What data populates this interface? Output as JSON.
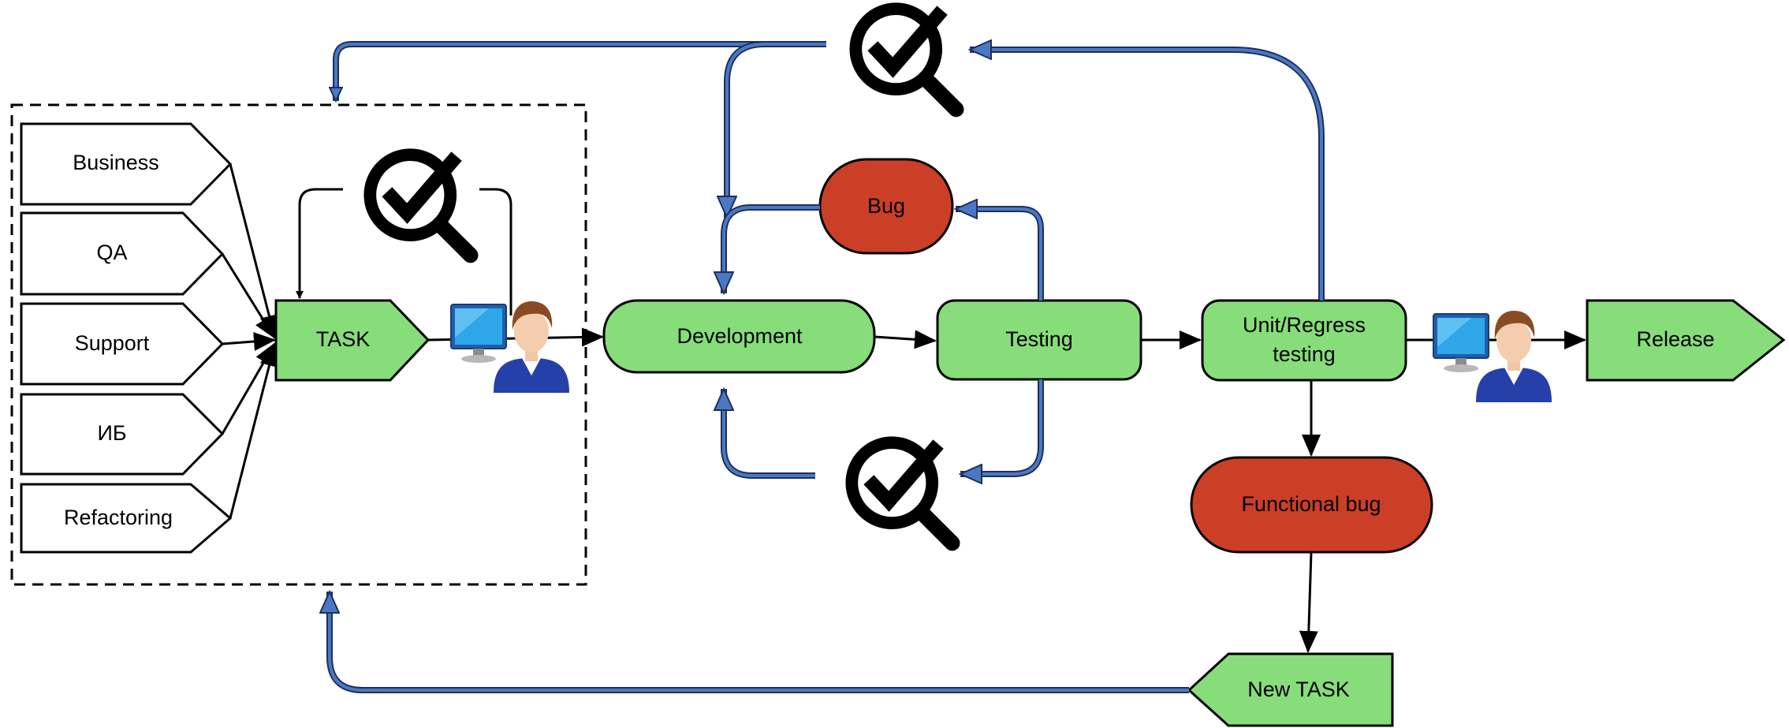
{
  "colors": {
    "node_green": "#86dd79",
    "node_red": "#cb3f26",
    "flow_blue": "#4a78c4",
    "edge_black": "#000000"
  },
  "nodes": {
    "sources": [
      "Business",
      "QA",
      "Support",
      "ИБ",
      "Refactoring"
    ],
    "task": "TASK",
    "development": "Development",
    "testing": "Testing",
    "unit_regress_line1": "Unit/Regress",
    "unit_regress_line2": "testing",
    "release": "Release",
    "bug": "Bug",
    "functional_bug": "Functional bug",
    "new_task": "New TASK"
  },
  "icons": {
    "review": "magnifier-check-icon",
    "person": "person-at-computer-icon"
  }
}
